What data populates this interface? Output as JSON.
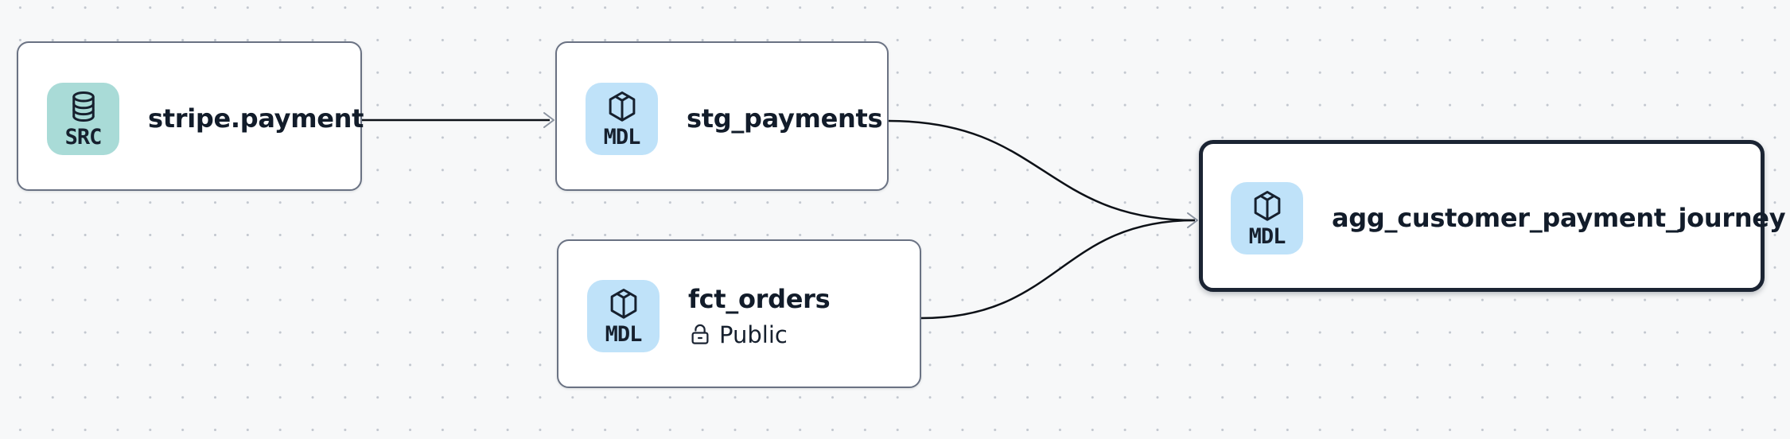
{
  "app": "lineage-graph",
  "canvas": {
    "background_color": "#f7f8f9",
    "dot_color": "#c2c7cf",
    "edge_color": "#0d1117",
    "arrowhead_color": "#8b93a0"
  },
  "node_styles": {
    "default_border_color": "#6a7283",
    "selected_border_color": "#1b2433",
    "fill_color": "#ffffff",
    "label_color": "#121c2a",
    "icon_color": "#16202e",
    "source_badge_bg": "#a9dbd7",
    "model_badge_bg": "#bfe2f9"
  },
  "nodes": [
    {
      "id": "stripe.payment",
      "label": "stripe.payment",
      "type": "source",
      "badge": {
        "text": "SRC",
        "icon": "database-icon",
        "bg": "#a9dbd7"
      },
      "selected": false
    },
    {
      "id": "stg_payments",
      "label": "stg_payments",
      "type": "model",
      "badge": {
        "text": "MDL",
        "icon": "cube-icon",
        "bg": "#bfe2f9"
      },
      "selected": false
    },
    {
      "id": "fct_orders",
      "label": "fct_orders",
      "type": "model",
      "badge": {
        "text": "MDL",
        "icon": "cube-icon",
        "bg": "#bfe2f9"
      },
      "access": {
        "icon": "lock-open-icon",
        "text": "Public"
      },
      "selected": false
    },
    {
      "id": "agg_customer_payment_journey",
      "label": "agg_customer_payment_journey",
      "type": "model",
      "badge": {
        "text": "MDL",
        "icon": "cube-icon",
        "bg": "#bfe2f9"
      },
      "selected": true
    }
  ],
  "edges": [
    {
      "from": "stripe.payment",
      "to": "stg_payments"
    },
    {
      "from": "stg_payments",
      "to": "agg_customer_payment_journey"
    },
    {
      "from": "fct_orders",
      "to": "agg_customer_payment_journey"
    }
  ]
}
